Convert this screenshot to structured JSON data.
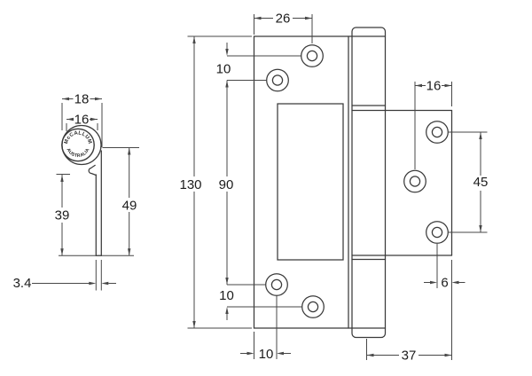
{
  "drawing": {
    "subject": "hinge technical drawing",
    "line_color": "#3a3a3a",
    "background": "#ffffff"
  },
  "side_view": {
    "stamp": {
      "top": "McCALLUM",
      "bottom": "AUSTRALIA"
    },
    "dim_outer_width": "18",
    "dim_inner_width": "16",
    "dim_leaf_length": "39",
    "dim_overall_length": "49",
    "dim_thickness": "3.4"
  },
  "front_view": {
    "dim_hole_offset_top": "26",
    "dim_hole_pitch_top": "10",
    "dim_overall_height": "130",
    "dim_hole_span_left": "90",
    "dim_hole_pitch_bottom": "10",
    "dim_hole_offset_bottom": "10",
    "dim_right_hole_inset": "16",
    "dim_right_hole_span": "45",
    "dim_right_hole_edge": "6",
    "dim_right_leaf_width": "37"
  }
}
